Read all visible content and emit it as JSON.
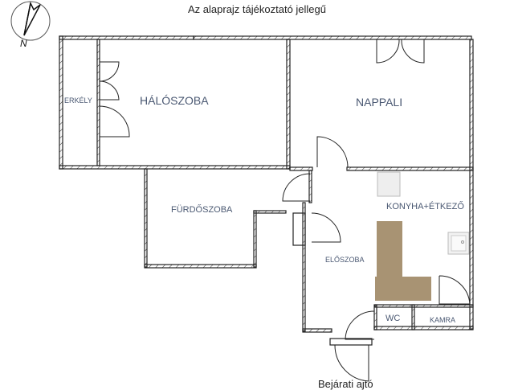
{
  "title": "Az alaprajz tájékoztató jellegű",
  "compass": {
    "label": "N",
    "icon": "north-arrow-icon"
  },
  "rooms": [
    {
      "id": "erkely",
      "label": "ERKÉLY"
    },
    {
      "id": "haloszoba",
      "label": "HÁLÓSZOBA"
    },
    {
      "id": "nappali",
      "label": "NAPPALI"
    },
    {
      "id": "furdoszoba",
      "label": "FÜRDŐSZOBA"
    },
    {
      "id": "konyha",
      "label": "KONYHA+ÉTKEZŐ"
    },
    {
      "id": "eloszoba",
      "label": "ELŐSZOBA"
    },
    {
      "id": "wc",
      "label": "WC"
    },
    {
      "id": "kamra",
      "label": "KAMRA"
    }
  ],
  "entrance": {
    "label": "Bejárati ajtó"
  },
  "colors": {
    "wall": "#222222",
    "label": "#4a5872",
    "counter": "#a89373",
    "fixture": "#eeeeee"
  }
}
